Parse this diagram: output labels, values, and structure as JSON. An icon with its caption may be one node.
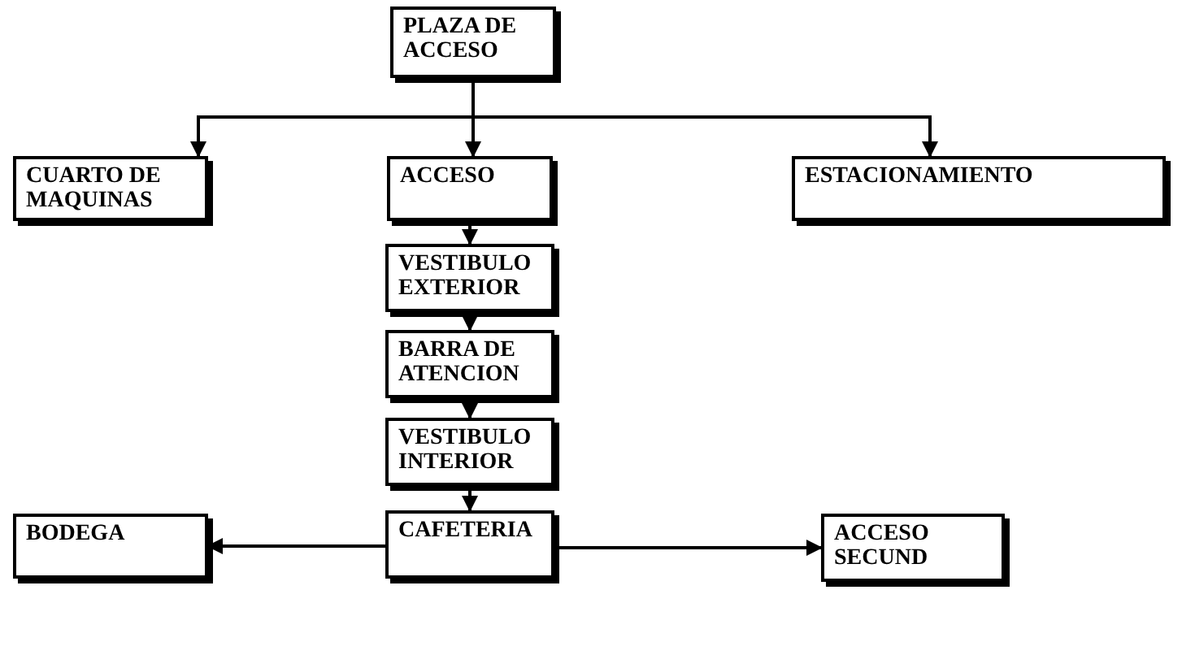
{
  "diagram": {
    "nodes": [
      {
        "text": [
          "PLAZA DE ACCESO"
        ]
      },
      {
        "text": [
          "CUARTO DE MAQUINAS"
        ]
      },
      {
        "text": [
          "ACCESO"
        ]
      },
      {
        "text": [
          "ESTACIONAMIENTO"
        ]
      },
      {
        "text": [
          "VESTIBULO EXTERIOR"
        ]
      },
      {
        "text": [
          "BARRA DE ATENCION"
        ]
      },
      {
        "text": [
          "VESTIBULO INTERIOR"
        ]
      },
      {
        "text": [
          "BODEGA"
        ]
      },
      {
        "text": [
          "CAFETERIA"
        ]
      },
      {
        "text": [
          "ACCESO SECUND"
        ]
      }
    ],
    "edges": [
      {
        "from": 0,
        "to": 1,
        "arrow": "to"
      },
      {
        "from": 0,
        "to": 2,
        "arrow": "to"
      },
      {
        "from": 0,
        "to": 3,
        "arrow": "to"
      },
      {
        "from": 2,
        "to": 4,
        "arrow": "to"
      },
      {
        "from": 4,
        "to": 5,
        "arrow": "to"
      },
      {
        "from": 5,
        "to": 6,
        "arrow": "to"
      },
      {
        "from": 6,
        "to": 8,
        "arrow": "to"
      },
      {
        "from": 8,
        "to": 7,
        "arrow": "to"
      },
      {
        "from": 8,
        "to": 9,
        "arrow": "to"
      }
    ]
  }
}
